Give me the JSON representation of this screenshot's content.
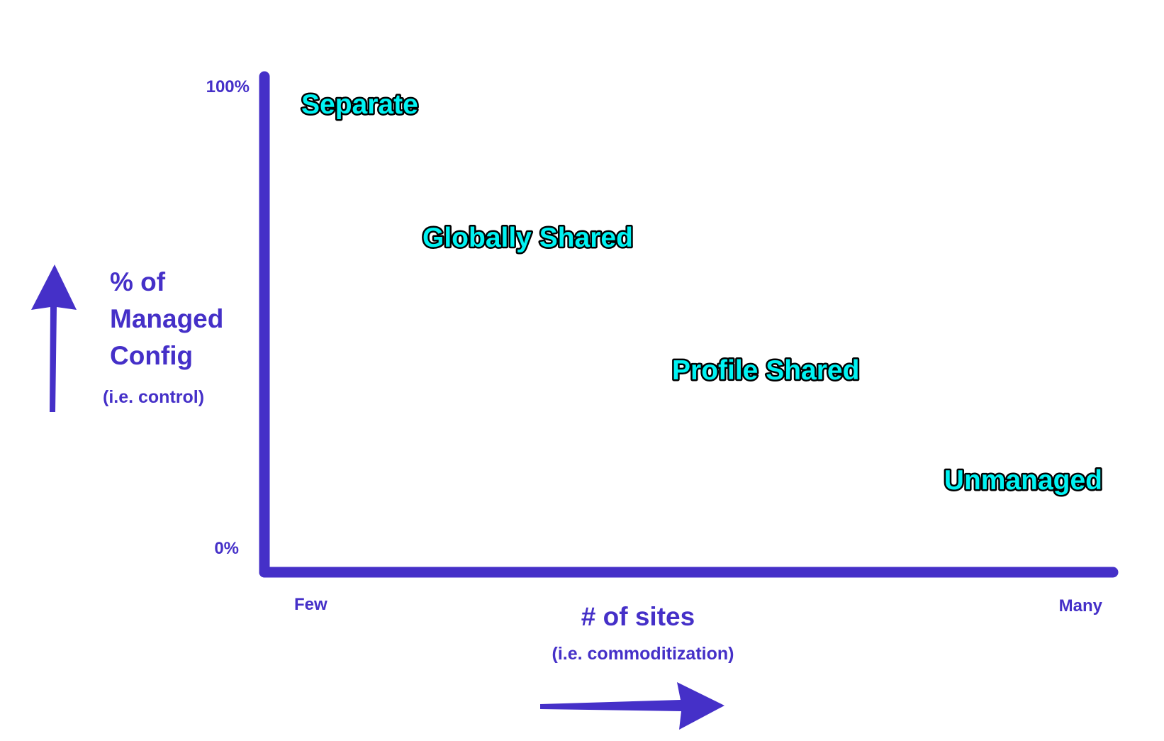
{
  "colors": {
    "axis": "#4530C8",
    "label_text": "#4530C8",
    "category_fill": "#00F2F2",
    "category_outline": "#000000",
    "background": "#ffffff"
  },
  "y_axis": {
    "top_tick": "100%",
    "bottom_tick": "0%",
    "label_lines": [
      "% of",
      "Managed",
      "Config"
    ],
    "sublabel": "(i.e. control)",
    "arrow_icon": "up-arrow-icon"
  },
  "x_axis": {
    "left_tick": "Few",
    "right_tick": "Many",
    "label": "# of sites",
    "sublabel": "(i.e. commoditization)",
    "arrow_icon": "right-arrow-icon"
  },
  "categories": [
    {
      "id": "separate",
      "label": "Separate",
      "sites": "Few",
      "managed_config": "100%"
    },
    {
      "id": "globally-shared",
      "label": "Globally Shared"
    },
    {
      "id": "profile-shared",
      "label": "Profile Shared"
    },
    {
      "id": "unmanaged",
      "label": "Unmanaged",
      "sites": "Many",
      "managed_config": "0%"
    }
  ]
}
